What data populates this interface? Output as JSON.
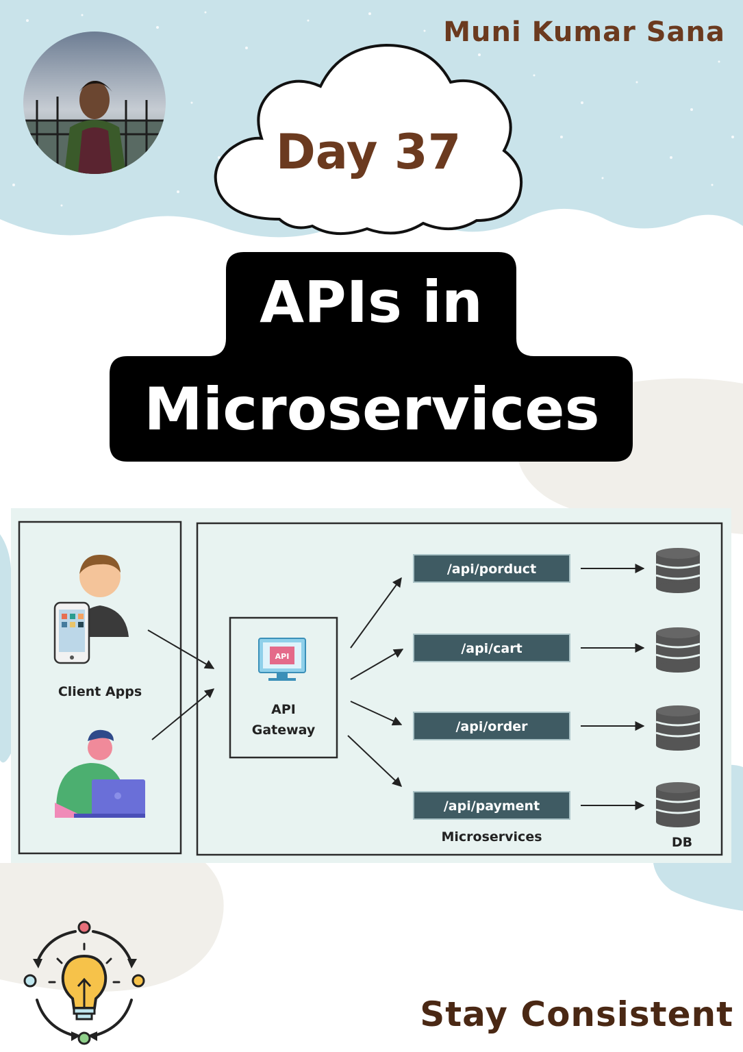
{
  "header": {
    "author_name": "Muni Kumar Sana",
    "day_label": "Day 37"
  },
  "title": {
    "line1": "APIs in",
    "line2": "Microservices"
  },
  "diagram": {
    "client_label": "Client Apps",
    "gateway_label_line1": "API",
    "gateway_label_line2": "Gateway",
    "gateway_badge": "API",
    "endpoints": [
      "/api/porduct",
      "/api/cart",
      "/api/order",
      "/api/payment"
    ],
    "microservices_label": "Microservices",
    "db_label": "DB"
  },
  "footer": {
    "tagline": "Stay Consistent"
  },
  "colors": {
    "brown": "#6b3a1f",
    "title_bg": "#000000",
    "diagram_bg": "#e8f3f1",
    "endpoint_bg": "#3f5b63",
    "sky": "#c9e3ea"
  }
}
